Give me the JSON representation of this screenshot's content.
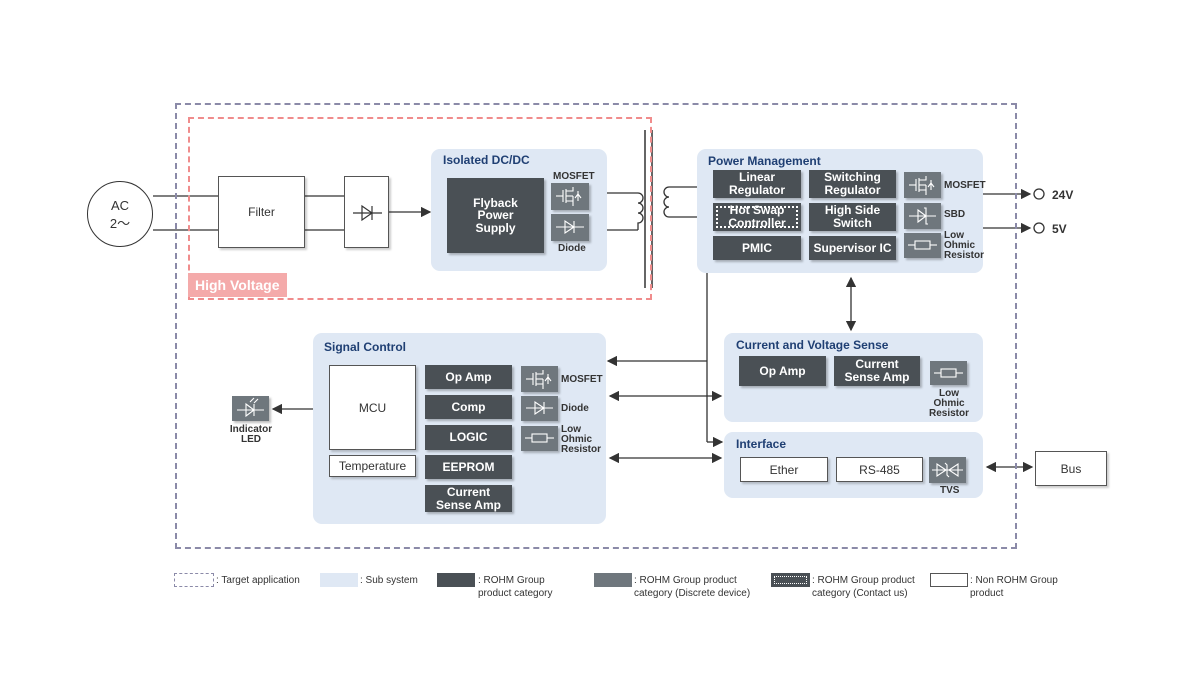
{
  "ac_source": {
    "line1": "AC",
    "line2": "2〜"
  },
  "filter": {
    "label": "Filter"
  },
  "high_voltage": {
    "label": "High Voltage"
  },
  "isolated_dcdc": {
    "title": "Isolated DC/DC",
    "flyback": "Flyback Power Supply",
    "mosfet_label": "MOSFET",
    "diode_label": "Diode"
  },
  "power_management": {
    "title": "Power Management",
    "linear_regulator": "Linear Regulator",
    "switching_regulator": "Switching Regulator",
    "hot_swap_controller": "Hot Swap Controller",
    "high_side_switch": "High Side Switch",
    "pmic": "PMIC",
    "supervisor_ic": "Supervisor IC",
    "mosfet_label": "MOSFET",
    "sbd_label": "SBD",
    "resistor_label": "Low Ohmic Resistor"
  },
  "outputs": {
    "v24": "24V",
    "v5": "5V"
  },
  "current_voltage_sense": {
    "title": "Current and Voltage Sense",
    "op_amp": "Op Amp",
    "current_sense_amp": "Current Sense Amp",
    "resistor_label": "Low Ohmic Resistor"
  },
  "signal_control": {
    "title": "Signal Control",
    "mcu": "MCU",
    "temperature": "Temperature",
    "op_amp": "Op Amp",
    "comp": "Comp",
    "logic": "LOGIC",
    "eeprom": "EEPROM",
    "current_sense_amp": "Current Sense Amp",
    "mosfet_label": "MOSFET",
    "diode_label": "Diode",
    "resistor_label": "Low Ohmic Resistor"
  },
  "indicator_led": {
    "label": "Indicator LED"
  },
  "interface": {
    "title": "Interface",
    "ether": "Ether",
    "rs485": "RS-485",
    "tvs_label": "TVS"
  },
  "bus": {
    "label": "Bus"
  },
  "legend": {
    "target_application": ": Target application",
    "sub_system": ": Sub system",
    "rohm_product": ": ROHM Group product category",
    "rohm_discrete": ": ROHM Group product category (Discrete device)",
    "rohm_contact": ": ROHM Group product category (Contact us)",
    "non_rohm": ": Non ROHM Group product"
  },
  "colors": {
    "sub_system": "#dfe8f4",
    "rohm_product": "#4a5055",
    "rohm_discrete": "#6f777d",
    "high_voltage": "#f4aaaa",
    "target_border": "#8b8aa8",
    "title_blue": "#1f3f73"
  }
}
